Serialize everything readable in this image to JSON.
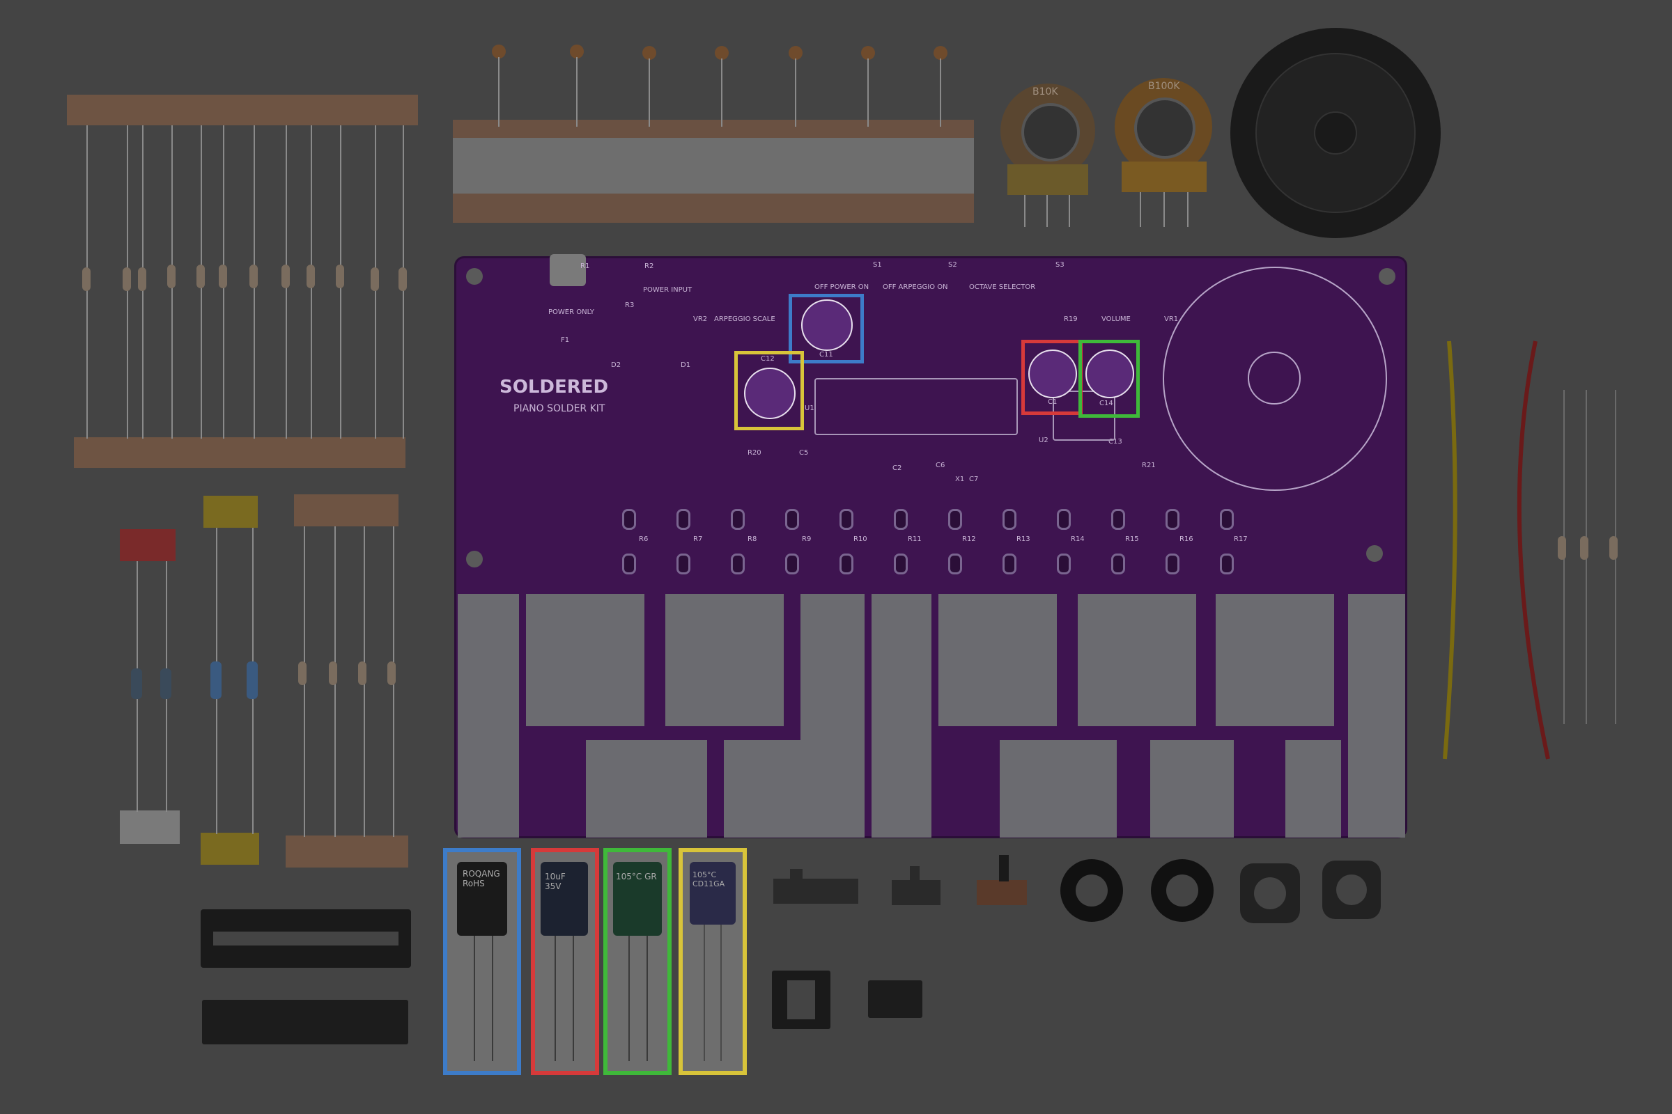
{
  "photo": {
    "description_label": "Soldered Piano Solder Kit components",
    "colors": {
      "background": "#444444",
      "pcb": "#3e1450",
      "highlight_blue": "#3d7cc9",
      "highlight_red": "#d63a3a",
      "highlight_green": "#3fb93a",
      "highlight_yellow": "#d8c43a"
    }
  },
  "pcb": {
    "brand": "SOLDERED",
    "product": "PIANO SOLDER KIT",
    "labels": {
      "power_input": "POWER INPUT",
      "power_only": "POWER ONLY",
      "arpeggio_scale": "ARPEGGIO SCALE",
      "off_power_on": "OFF POWER ON",
      "off_arpeggio_on": "OFF ARPEGGIO ON",
      "octave_selector": "OCTAVE SELECTOR",
      "volume": "VOLUME",
      "r1": "R1",
      "r2": "R2",
      "r3": "R3",
      "f1": "F1",
      "d1": "D1",
      "d2": "D2",
      "vr1": "VR1",
      "vr2": "VR2",
      "s1": "S1",
      "s2": "S2",
      "s3": "S3",
      "u1": "U1",
      "u2": "U2",
      "x1": "X1",
      "c2": "C2",
      "c5": "C5",
      "c6": "C6",
      "c7": "C7",
      "c13": "C13",
      "r19": "R19",
      "r20": "R20",
      "r21": "R21",
      "r6": "R6",
      "r7": "R7",
      "r8": "R8",
      "r9": "R9",
      "r10": "R10",
      "r11": "R11",
      "r12": "R12",
      "r13": "R13",
      "r14": "R14",
      "r15": "R15",
      "r16": "R16",
      "r17": "R17"
    },
    "highlighted_caps": {
      "c11": "C11",
      "c12": "C12",
      "c1": "C1",
      "c14": "C14"
    }
  },
  "pots": {
    "left": "B10K",
    "right": "B100K"
  },
  "capacitors": {
    "cap1": "ROQANG RoHS",
    "cap2": "10uF 35V",
    "cap3": "105°C GR",
    "cap4": "105°C CD11GA"
  }
}
